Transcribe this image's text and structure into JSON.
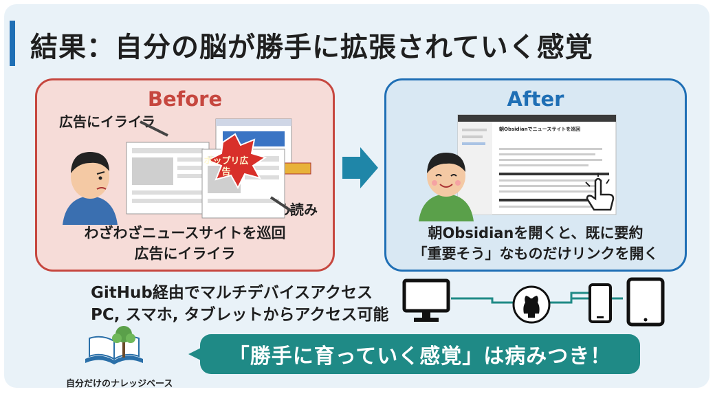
{
  "title": "結果：自分の脳が勝手に拡張されていく感覚",
  "before": {
    "heading": "Before",
    "label_ads": "広告にイライラ",
    "label_skim": "斜め読み",
    "popup": "ポップリ広告",
    "caption_line1": "わざわざニュースサイトを巡回",
    "caption_line2": "広告にイライラ"
  },
  "after": {
    "heading": "After",
    "note_title": "朝Obsidianでニュースサイトを巡回",
    "caption_line1": "朝Obsidianを開くと、既に要約",
    "caption_line2": "「重要そう」なものだけリンクを開く"
  },
  "sync": {
    "line1": "GitHub経由でマルチデバイスアクセス",
    "line2": "PC, スマホ, タブレットからアクセス可能",
    "devices": [
      "monitor-icon",
      "github-icon",
      "phone-icon",
      "tablet-icon"
    ]
  },
  "banner": "「勝手に育っていく感覚」は病みつき！",
  "knowledge_base": "自分だけのナレッジベース",
  "colors": {
    "accent_blue": "#1f6fb5",
    "accent_red": "#c6473f",
    "teal": "#1f8a86"
  }
}
